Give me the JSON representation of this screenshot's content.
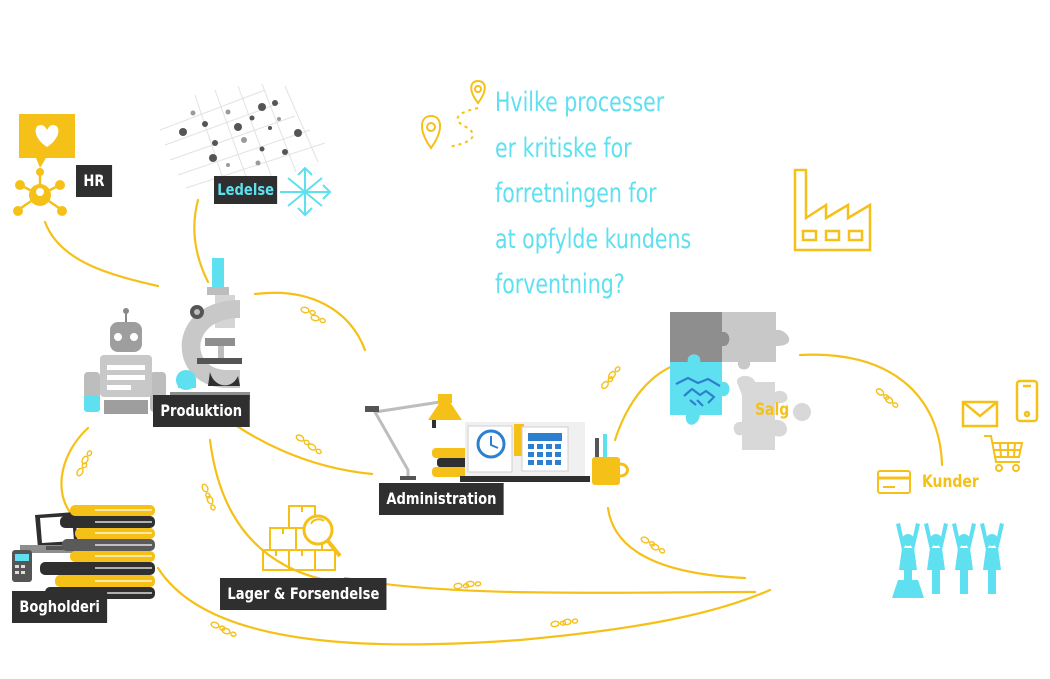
{
  "colors": {
    "yellow": "#f5c018",
    "cyan": "#5ee0f0",
    "dark": "#2f2f2f",
    "gray": "#bdbdbd",
    "darkgray": "#8e8e8e"
  },
  "question": {
    "lines": [
      "Hvilke processer",
      "er kritiske for",
      "forretningen for",
      "at opfylde kundens",
      "forventning?"
    ]
  },
  "nodes": {
    "hr": {
      "label": "HR",
      "icon": "heart-network-icon"
    },
    "ledelse": {
      "label": "Ledelse",
      "icon": "scatter-grid-icon"
    },
    "produktion": {
      "label": "Produktion",
      "icon": "robot-microscope-icon"
    },
    "administration": {
      "label": "Administration",
      "icon": "desk-lamp-calendar-icon"
    },
    "bogholderi": {
      "label": "Bogholderi",
      "icon": "books-laptop-icon"
    },
    "lager": {
      "label": "Lager & Forsendelse",
      "icon": "boxes-magnifier-icon"
    },
    "salg": {
      "label": "Salg",
      "icon": "puzzle-handshake-icon"
    },
    "kunder": {
      "label": "Kunder",
      "icon": "people-cheering-icon"
    }
  }
}
